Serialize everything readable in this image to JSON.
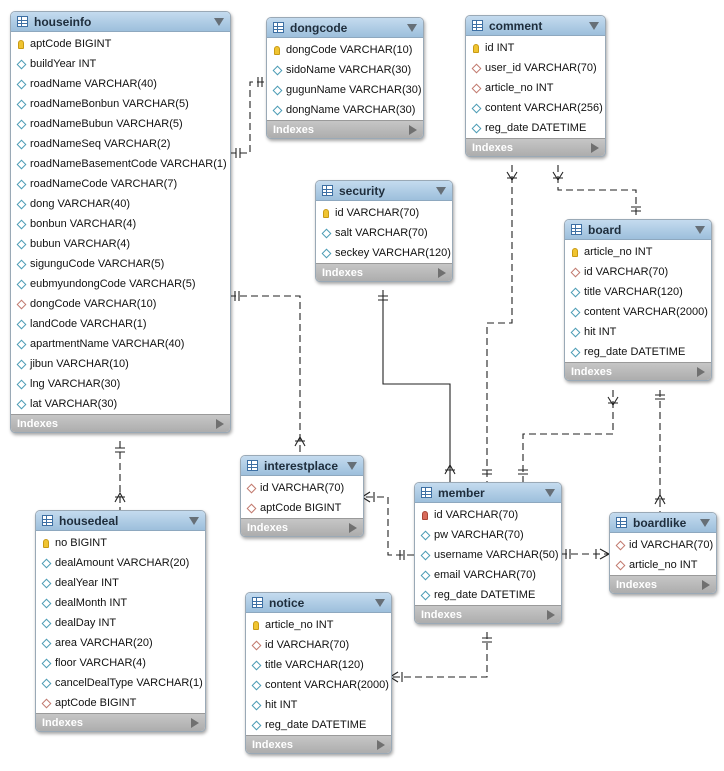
{
  "tables": [
    {
      "name": "houseinfo",
      "columns": [
        {
          "text": "aptCode BIGINT",
          "kind": "pk"
        },
        {
          "text": "buildYear INT",
          "kind": "col"
        },
        {
          "text": "roadName VARCHAR(40)",
          "kind": "col"
        },
        {
          "text": "roadNameBonbun VARCHAR(5)",
          "kind": "col"
        },
        {
          "text": "roadNameBubun VARCHAR(5)",
          "kind": "col"
        },
        {
          "text": "roadNameSeq VARCHAR(2)",
          "kind": "col"
        },
        {
          "text": "roadNameBasementCode VARCHAR(1)",
          "kind": "col"
        },
        {
          "text": "roadNameCode VARCHAR(7)",
          "kind": "col"
        },
        {
          "text": "dong VARCHAR(40)",
          "kind": "col"
        },
        {
          "text": "bonbun VARCHAR(4)",
          "kind": "col"
        },
        {
          "text": "bubun VARCHAR(4)",
          "kind": "col"
        },
        {
          "text": "sigunguCode VARCHAR(5)",
          "kind": "col"
        },
        {
          "text": "eubmyundongCode VARCHAR(5)",
          "kind": "col"
        },
        {
          "text": "dongCode VARCHAR(10)",
          "kind": "fk"
        },
        {
          "text": "landCode VARCHAR(1)",
          "kind": "col"
        },
        {
          "text": "apartmentName VARCHAR(40)",
          "kind": "col"
        },
        {
          "text": "jibun VARCHAR(10)",
          "kind": "col"
        },
        {
          "text": "lng VARCHAR(30)",
          "kind": "col"
        },
        {
          "text": "lat VARCHAR(30)",
          "kind": "col"
        }
      ]
    },
    {
      "name": "dongcode",
      "columns": [
        {
          "text": "dongCode VARCHAR(10)",
          "kind": "pk"
        },
        {
          "text": "sidoName VARCHAR(30)",
          "kind": "col"
        },
        {
          "text": "gugunName VARCHAR(30)",
          "kind": "col"
        },
        {
          "text": "dongName VARCHAR(30)",
          "kind": "col"
        }
      ]
    },
    {
      "name": "comment",
      "columns": [
        {
          "text": "id INT",
          "kind": "pk"
        },
        {
          "text": "user_id VARCHAR(70)",
          "kind": "fk"
        },
        {
          "text": "article_no INT",
          "kind": "fk"
        },
        {
          "text": "content VARCHAR(256)",
          "kind": "col"
        },
        {
          "text": "reg_date DATETIME",
          "kind": "col"
        }
      ]
    },
    {
      "name": "security",
      "columns": [
        {
          "text": "id VARCHAR(70)",
          "kind": "pk"
        },
        {
          "text": "salt VARCHAR(70)",
          "kind": "col"
        },
        {
          "text": "seckey VARCHAR(120)",
          "kind": "col"
        }
      ]
    },
    {
      "name": "board",
      "columns": [
        {
          "text": "article_no INT",
          "kind": "pk"
        },
        {
          "text": "id VARCHAR(70)",
          "kind": "fk"
        },
        {
          "text": "title VARCHAR(120)",
          "kind": "col"
        },
        {
          "text": "content VARCHAR(2000)",
          "kind": "col"
        },
        {
          "text": "hit INT",
          "kind": "col"
        },
        {
          "text": "reg_date DATETIME",
          "kind": "col"
        }
      ]
    },
    {
      "name": "interestplace",
      "columns": [
        {
          "text": "id VARCHAR(70)",
          "kind": "fk"
        },
        {
          "text": "aptCode BIGINT",
          "kind": "fk"
        }
      ]
    },
    {
      "name": "member",
      "columns": [
        {
          "text": "id VARCHAR(70)",
          "kind": "pkfk"
        },
        {
          "text": "pw VARCHAR(70)",
          "kind": "col"
        },
        {
          "text": "username VARCHAR(50)",
          "kind": "col"
        },
        {
          "text": "email VARCHAR(70)",
          "kind": "col"
        },
        {
          "text": "reg_date DATETIME",
          "kind": "col"
        }
      ]
    },
    {
      "name": "boardlike",
      "columns": [
        {
          "text": "id VARCHAR(70)",
          "kind": "fk"
        },
        {
          "text": "article_no INT",
          "kind": "fk"
        }
      ]
    },
    {
      "name": "housedeal",
      "columns": [
        {
          "text": "no BIGINT",
          "kind": "pk"
        },
        {
          "text": "dealAmount VARCHAR(20)",
          "kind": "col"
        },
        {
          "text": "dealYear INT",
          "kind": "col"
        },
        {
          "text": "dealMonth INT",
          "kind": "col"
        },
        {
          "text": "dealDay INT",
          "kind": "col"
        },
        {
          "text": "area VARCHAR(20)",
          "kind": "col"
        },
        {
          "text": "floor VARCHAR(4)",
          "kind": "col"
        },
        {
          "text": "cancelDealType VARCHAR(1)",
          "kind": "col"
        },
        {
          "text": "aptCode BIGINT",
          "kind": "fk"
        }
      ]
    },
    {
      "name": "notice",
      "columns": [
        {
          "text": "article_no INT",
          "kind": "pk"
        },
        {
          "text": "id VARCHAR(70)",
          "kind": "fk"
        },
        {
          "text": "title VARCHAR(120)",
          "kind": "col"
        },
        {
          "text": "content VARCHAR(2000)",
          "kind": "col"
        },
        {
          "text": "hit INT",
          "kind": "col"
        },
        {
          "text": "reg_date DATETIME",
          "kind": "col"
        }
      ]
    }
  ],
  "indexes_label": "Indexes"
}
